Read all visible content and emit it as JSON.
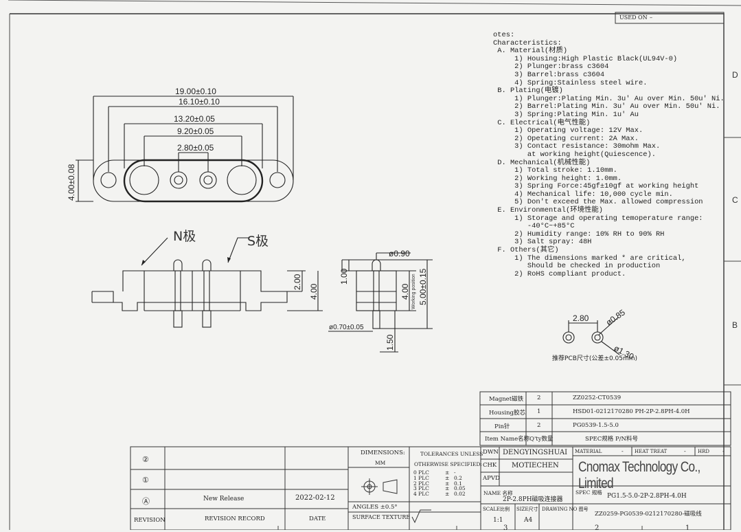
{
  "used_on": "USED ON",
  "border_letters": [
    "D",
    "C",
    "B"
  ],
  "top_view": {
    "dims": [
      "19.00±0.10",
      "16.10±0.10",
      "13.20±0.05",
      "9.20±0.05",
      "2.80±0.05"
    ],
    "height": "4.00±0.08"
  },
  "front_view": {
    "n_pole": "N极",
    "s_pole": "S极",
    "dims": [
      "2.00",
      "4.00"
    ]
  },
  "side_view": {
    "dims": [
      "ø0.90",
      "1.00",
      "4.00",
      "5.00±0.15",
      "ø0.70±0.05",
      "1.50"
    ],
    "working_position": "Working position"
  },
  "pad_view": {
    "pitch": "2.80",
    "hole": "ø0.85",
    "pad": "ø1.30",
    "note": "推荐PCB尺寸(公差±0.05mm)"
  },
  "notes": [
    "otes:",
    "Characteristics:",
    " A. Material(材质)",
    "     1) Housing:High Plastic Black(UL94V-0)",
    "     2) Plunger:brass c3604",
    "     3) Barrel:brass c3604",
    "     4) Spring:Stainless steel wire.",
    " B. Plating(电镀)",
    "     1) Plunger:Plating Min. 3u' Au over Min. 50u' Ni.",
    "     2) Barrel:Plating Min. 3u' Au over Min. 50u' Ni.",
    "     3) Spring:Plating Min. 1u' Au",
    " C. Electrical(电气性能)",
    "     1) Operating voltage: 12V Max.",
    "     2) Opetating current: 2A Max.",
    "     3) Contact resistance: 30mohm Max.",
    "        at working height(Quiescence).",
    " D. Mechanical(机械性能)",
    "     1) Total stroke: 1.10mm.",
    "     2) Working height: 1.0mm.",
    "     3) Spring Force:45gf±10gf at working height",
    "     4) Mechanical life: 10,000 cycle min.",
    "     5) Don't exceed the Max. allowed compression",
    " E. Environmental(环境性能)",
    "     1) Storage and operating temoperature range:",
    "        -40°C~+85°C",
    "     2) Humidity range: 10% RH to 90% RH",
    "     3) Salt spray: 48H",
    " F. Others(其它)",
    "     1) The dimensions marked * are critical,",
    "        Should be checked in production",
    "     2) RoHS compliant product."
  ],
  "bom": [
    {
      "name": "Magnet磁铁",
      "qty": "2",
      "spec": "ZZ0252-CT0539"
    },
    {
      "name": "Housing胶芯",
      "qty": "1",
      "spec": "HSD01-0212170280 PH-2P-2.8PH-4.0H"
    },
    {
      "name": "Pin针",
      "qty": "2",
      "spec": "PG0539-1.5-5.0"
    }
  ],
  "bom_header": {
    "name": "Item Name名称",
    "qty": "Q'ty数量",
    "spec": "SPEC规格 P/N料号"
  },
  "revision": {
    "symbols": [
      "②",
      "①",
      "Ⓐ"
    ],
    "row_a": {
      "record": "New Release",
      "date": "2022-02-12"
    },
    "labels": {
      "revision": "REVISION",
      "record": "REVISION RECORD",
      "date": "DATE"
    }
  },
  "dimensions": {
    "label": "DIMENSIONS:",
    "unit": "MM",
    "angles": "ANGLES ±0.5°",
    "surface": "SURFACE TEXTURE"
  },
  "tolerances": {
    "title1": "TOLERANCES UNLESS",
    "title2": "OTHERWISE SPECIFIED:",
    "rows": [
      {
        "plc": "0 PLC",
        "pm": "±",
        "val": "-"
      },
      {
        "plc": "1 PLC",
        "pm": "±",
        "val": "0.2"
      },
      {
        "plc": "2 PLC",
        "pm": "±",
        "val": "0.1"
      },
      {
        "plc": "3 PLC",
        "pm": "±",
        "val": "0.05"
      },
      {
        "plc": "4 PLC",
        "pm": "±",
        "val": "0.02"
      }
    ]
  },
  "sign": {
    "dwn": "DWN",
    "dwn_name": "DENGYINGSHUAI",
    "chk": "CHK",
    "chk_name": "MOTIECHEN",
    "apvd": "APVD"
  },
  "material": {
    "material": "MATERIAL",
    "dash1": "-",
    "heat": "HEAT TREAT",
    "dash2": "-",
    "hrd": "HRD",
    "hrd_val": "-"
  },
  "company": "Cnomax Technology Co., Limited",
  "name": {
    "label": "NAME 名称",
    "value": "2P-2.8PH磁吸连接器"
  },
  "spec": {
    "label": "SPEC 规格",
    "value": "PG1.5-5.0-2P-2.8PH-4.0H"
  },
  "drawing": {
    "scale_label": "SCALE比例",
    "scale": "1:1",
    "size_label": "SIZE尺寸",
    "size": "A4",
    "no_label": "DRAWING NO 图号",
    "no": "ZZ0259-PG0539-0212170280-磁吸线"
  },
  "bottom_marks": [
    "3",
    "2",
    "1"
  ]
}
